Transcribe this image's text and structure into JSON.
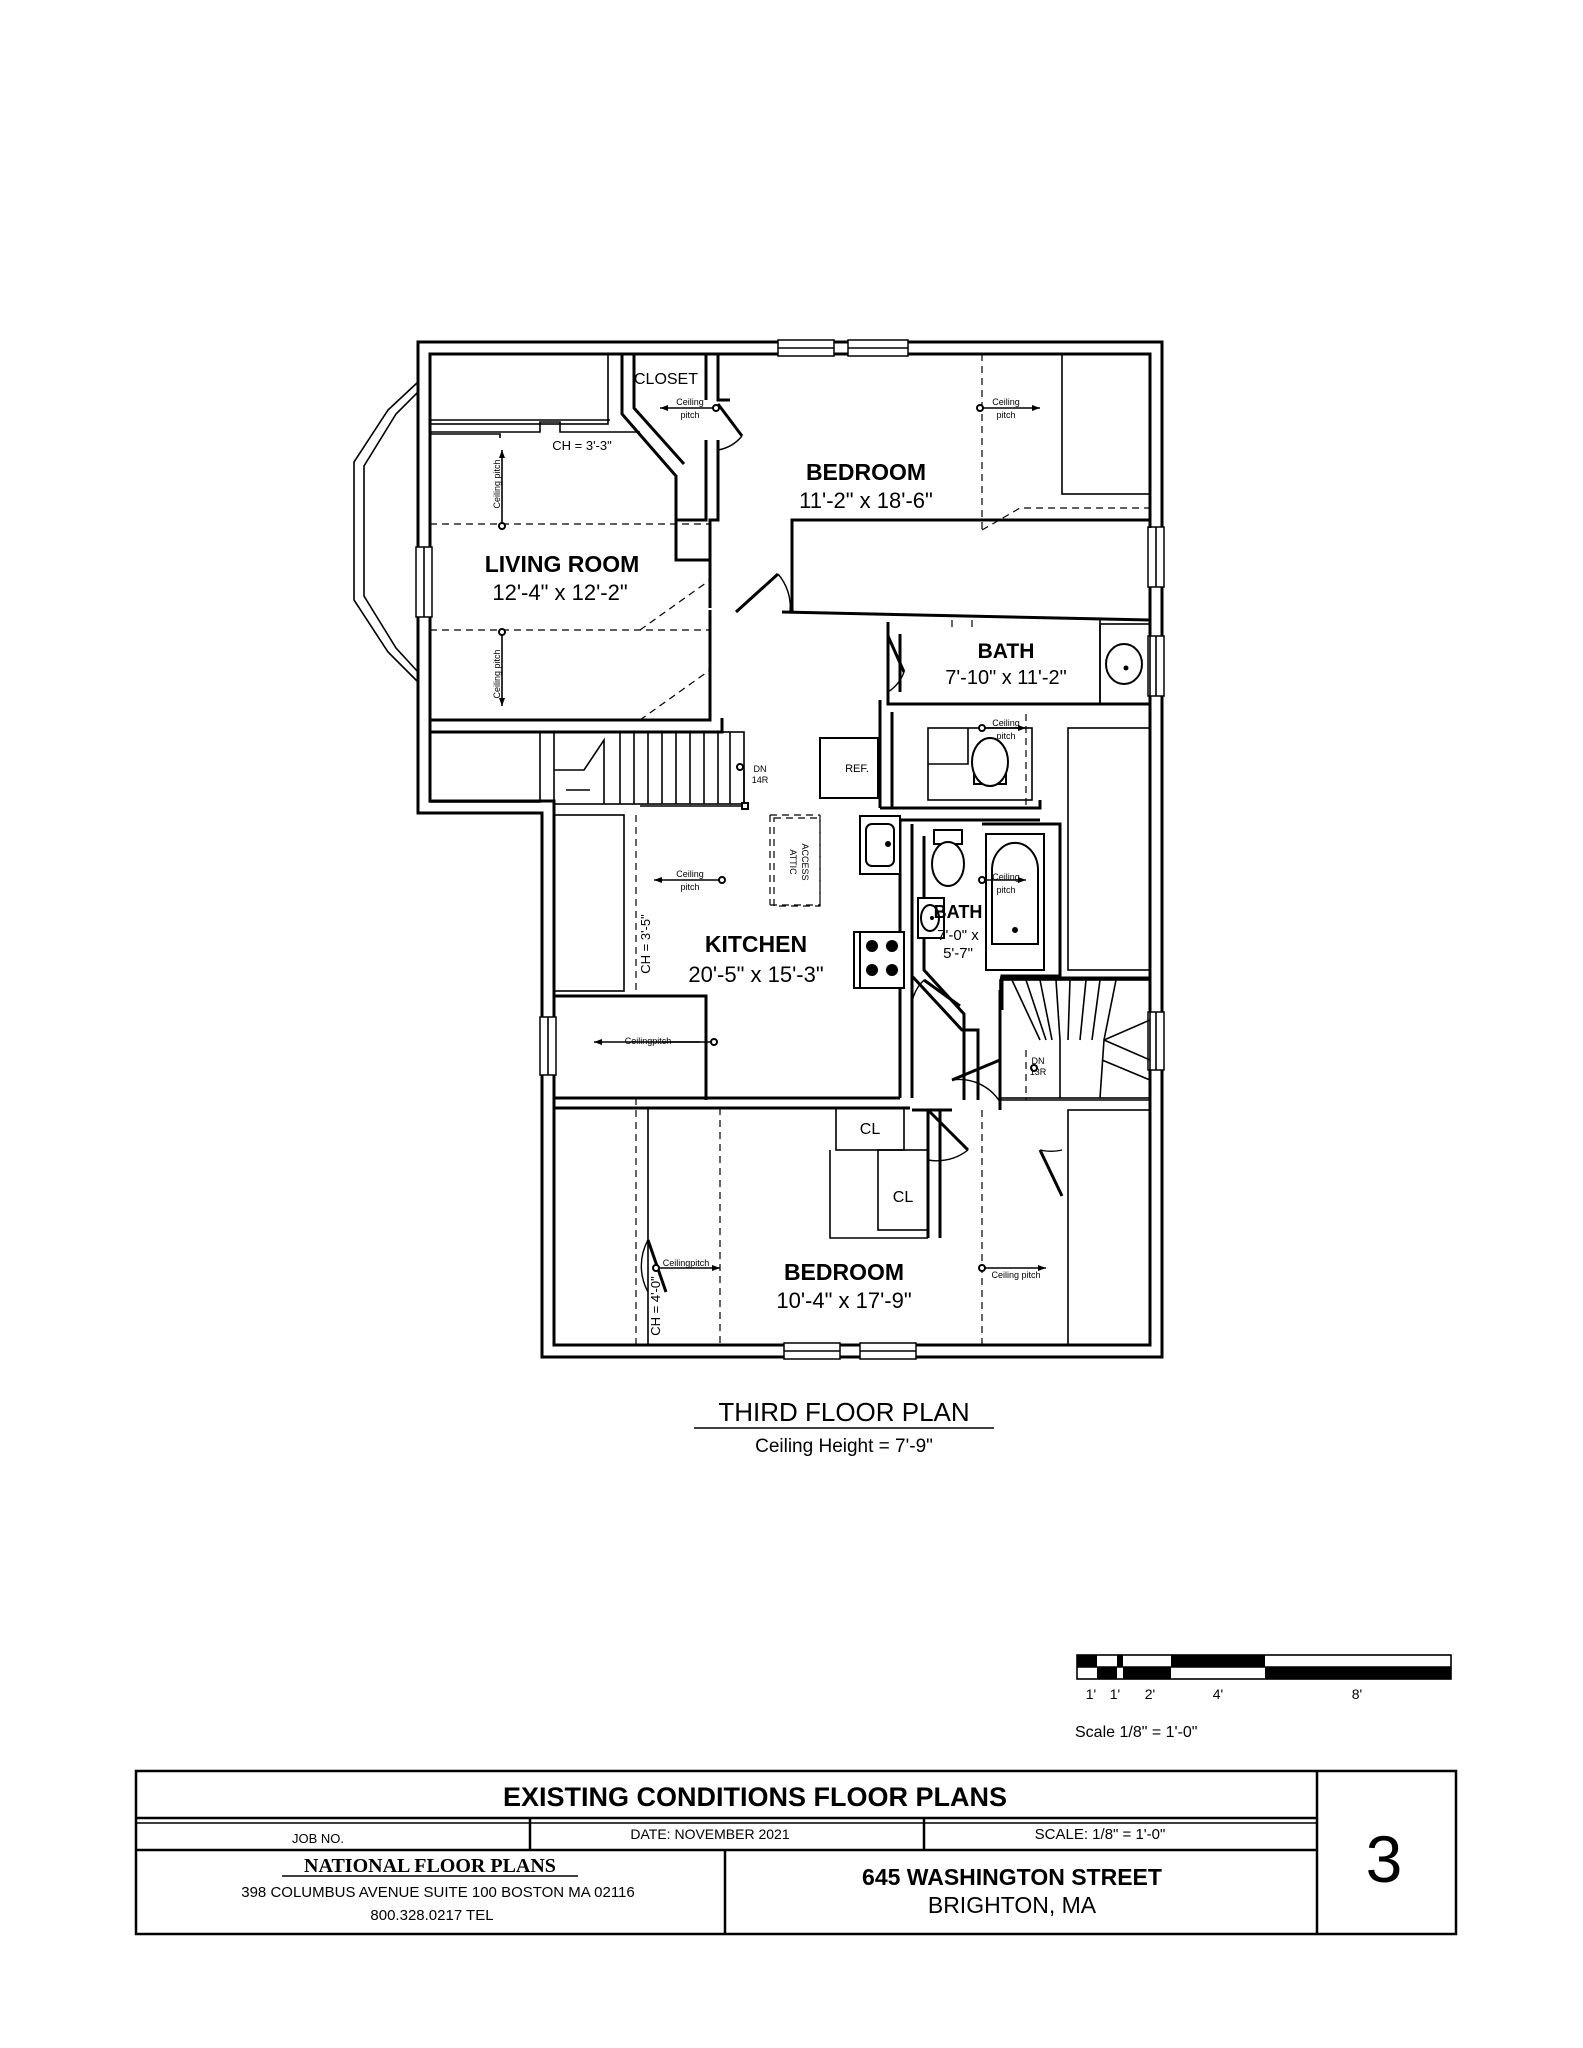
{
  "rooms": {
    "bedroom_top": {
      "name": "BEDROOM",
      "dims": "11'-2\" x 18'-6\""
    },
    "living_room": {
      "name": "LIVING ROOM",
      "dims": "12'-4\" x 12'-2\""
    },
    "bath_main": {
      "name": "BATH",
      "dims": "7'-10\" x 11'-2\""
    },
    "kitchen": {
      "name": "KITCHEN",
      "dims": "20'-5\" x 15'-3\""
    },
    "bath_small": {
      "name": "BATH",
      "dims_line1": "7'-0\" x",
      "dims_line2": "5'-7\""
    },
    "bedroom_bottom": {
      "name": "BEDROOM",
      "dims": "10'-4\" x 17'-9\""
    }
  },
  "labels": {
    "closet": "CLOSET",
    "ref": "REF.",
    "attic_line1": "ATTIC",
    "attic_line2": "ACCESS",
    "cl1": "CL",
    "cl2": "CL",
    "ceiling": "Ceiling",
    "pitch": "pitch",
    "ceiling_pitch": "Ceiling pitch",
    "ceiling_pitch_alt": "Ceilingpitch",
    "ch_living": "CH = 3'-3\"",
    "ch_kitchen": "CH = 3'-5\"",
    "ch_bedroom": "CH = 4'-0\"",
    "dn": "DN",
    "dn_14r": "14R",
    "dn_13r": "13R"
  },
  "plan_title": "THIRD FLOOR PLAN",
  "plan_subtitle": "Ceiling Height = 7'-9\"",
  "scale_bar": {
    "tick_labels": [
      "1'",
      "1'",
      "2'",
      "4'",
      "8'"
    ],
    "caption": "Scale  1/8\" = 1'-0\""
  },
  "title_block": {
    "heading": "EXISTING CONDITIONS FLOOR PLANS",
    "job_no": "JOB NO.",
    "date": "DATE: NOVEMBER 2021",
    "scale": "SCALE: 1/8\" = 1'-0\"",
    "company": "NATIONAL FLOOR PLANS",
    "company_address": "398 COLUMBUS AVENUE SUITE 100 BOSTON MA 02116",
    "company_phone": "800.328.0217 TEL",
    "street": "645 WASHINGTON STREET",
    "city": "BRIGHTON, MA",
    "sheet_number": "3"
  }
}
